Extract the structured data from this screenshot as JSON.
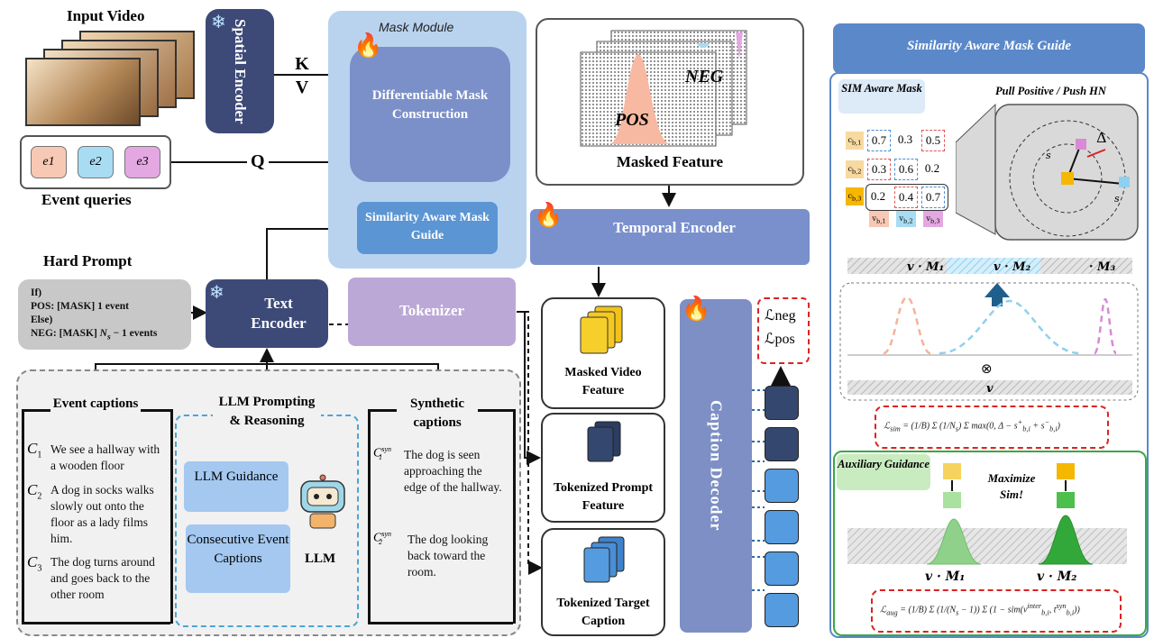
{
  "input": {
    "title": "Input Video",
    "event_queries_label": "Event queries",
    "events": [
      "e1",
      "e2",
      "e3"
    ]
  },
  "spatial_encoder": {
    "label": "Spatial Encoder"
  },
  "kv": {
    "k": "K",
    "v": "V",
    "q": "Q"
  },
  "mask_module": {
    "title": "Mask Module",
    "dmc_label": "Differentiable Mask Construction",
    "samg_label": "Similarity Aware Mask Guide"
  },
  "masked_feature": {
    "label": "Masked Feature",
    "pos": "POS",
    "neg": "NEG"
  },
  "temporal_encoder": {
    "label": "Temporal Encoder"
  },
  "hard_prompt": {
    "title": "Hard Prompt",
    "line1": "If)",
    "line2": "POS:  [MASK] 1 event",
    "line3": "Else)",
    "line4_prefix": "NEG: [MASK]",
    "line4_suffix": "− 1 events"
  },
  "text_encoder": {
    "label": "Text Encoder"
  },
  "tokenizer": {
    "label": "Tokenizer"
  },
  "features": {
    "masked_video": "Masked Video Feature",
    "tokenized_prompt": "Tokenized Prompt Feature",
    "tokenized_target": "Tokenized Target Caption"
  },
  "caption_decoder": {
    "label": "Caption Decoder"
  },
  "losses": {
    "neg": "ℒneg",
    "pos": "ℒpos"
  },
  "captions": {
    "event_title": "Event captions",
    "llm_title": "LLM Prompting & Reasoning",
    "synthetic_title": "Synthetic captions",
    "c1": "We see a hallway with a wooden floor",
    "c2": "A dog in socks walks slowly out onto the floor as a lady films him.",
    "c3": "The dog turns around and goes back to the other room",
    "llm_guidance": "LLM Guidance",
    "consecutive": "Consecutive Event Captions",
    "llm": "LLM",
    "syn1": "The dog is seen approaching the edge of the hallway.",
    "syn2": "The dog looking back toward the room."
  },
  "right_panel": {
    "title": "Similarity Aware Mask Guide",
    "sim_aware_mask": "SIM Aware Mask",
    "pull_push": "Pull Positive / Push HN",
    "matrix": [
      [
        "0.7",
        "0.3",
        "0.5"
      ],
      [
        "0.3",
        "0.6",
        "0.2"
      ],
      [
        "0.2",
        "0.4",
        "0.7"
      ]
    ],
    "auxiliary": "Auxiliary Guidance",
    "maximize": "Maximize Sim!"
  },
  "colors": {
    "navy": "#3d4a78",
    "mask_module_bg": "#b9d3ef",
    "purple_box": "#7b90c8",
    "samg_box": "#5b95d3",
    "temporal": "#7a90cc",
    "tokenizer": "#bba8d6",
    "caption_decoder": "#7d8fc4",
    "hard_prompt_bg": "#c8c8c8",
    "right_title": "#5b88c9",
    "green_border": "#39a845",
    "e1": "#f7c8b4",
    "e2": "#a8dcf2",
    "e3": "#e3a8e2"
  }
}
